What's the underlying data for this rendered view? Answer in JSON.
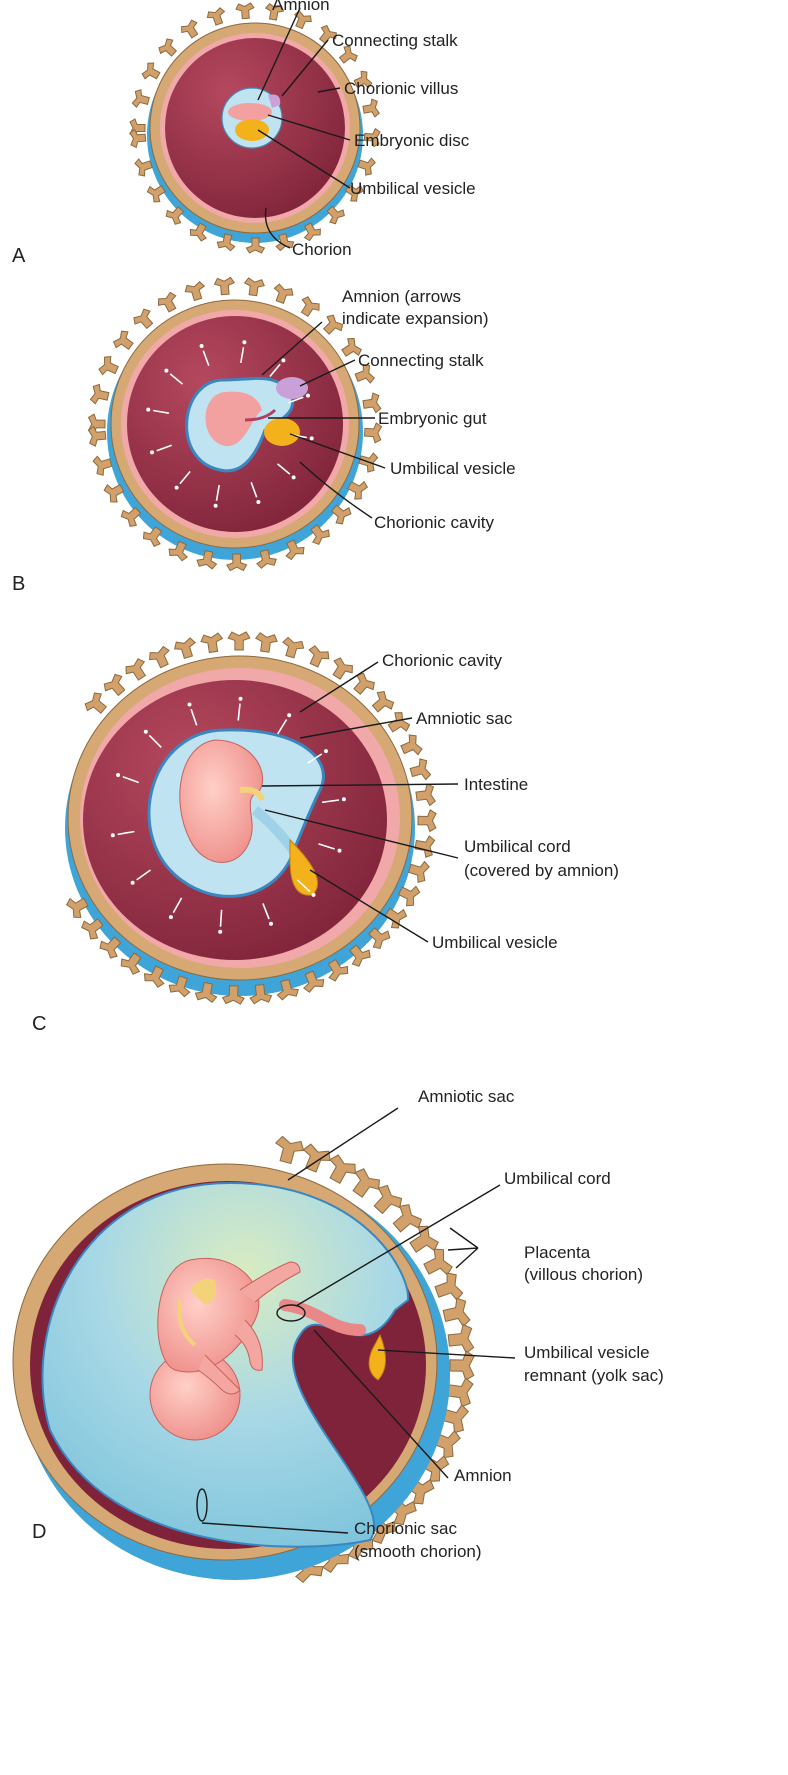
{
  "colors": {
    "chorion_tan": "#d6a874",
    "chorionic_cavity": "#8f2f45",
    "chorion_blue": "#3fa4d8",
    "amnion_light_blue": "#bfe3f0",
    "embryo_pink": "#f2a0a0",
    "yolk_yellow": "#f3b21c",
    "amniotic_fluid": "#9fd2e6"
  },
  "panels": {
    "a": {
      "letter": "A",
      "labels": {
        "amnion": "Amnion",
        "connecting_stalk": "Connecting stalk",
        "chorionic_villus": "Chorionic villus",
        "embryonic_disc": "Embryonic disc",
        "umbilical_vesicle": "Umbilical vesicle",
        "chorion": "Chorion"
      }
    },
    "b": {
      "letter": "B",
      "labels": {
        "amnion_line1": "Amnion (arrows",
        "amnion_line2": "indicate expansion)",
        "connecting_stalk": "Connecting stalk",
        "embryonic_gut": "Embryonic gut",
        "umbilical_vesicle": "Umbilical vesicle",
        "chorionic_cavity": "Chorionic cavity"
      }
    },
    "c": {
      "letter": "C",
      "labels": {
        "chorionic_cavity": "Chorionic cavity",
        "amniotic_sac": "Amniotic sac",
        "intestine": "Intestine",
        "umbilical_cord_line1": "Umbilical cord",
        "umbilical_cord_line2": "(covered by amnion)",
        "umbilical_vesicle": "Umbilical vesicle"
      }
    },
    "d": {
      "letter": "D",
      "labels": {
        "amniotic_sac": "Amniotic sac",
        "umbilical_cord": "Umbilical cord",
        "placenta_line1": "Placenta",
        "placenta_line2": "(villous chorion)",
        "vesicle_line1": "Umbilical vesicle",
        "vesicle_line2": "remnant (yolk sac)",
        "amnion": "Amnion",
        "chorionic_sac_line1": "Chorionic sac",
        "chorionic_sac_line2": "(smooth chorion)"
      }
    }
  }
}
